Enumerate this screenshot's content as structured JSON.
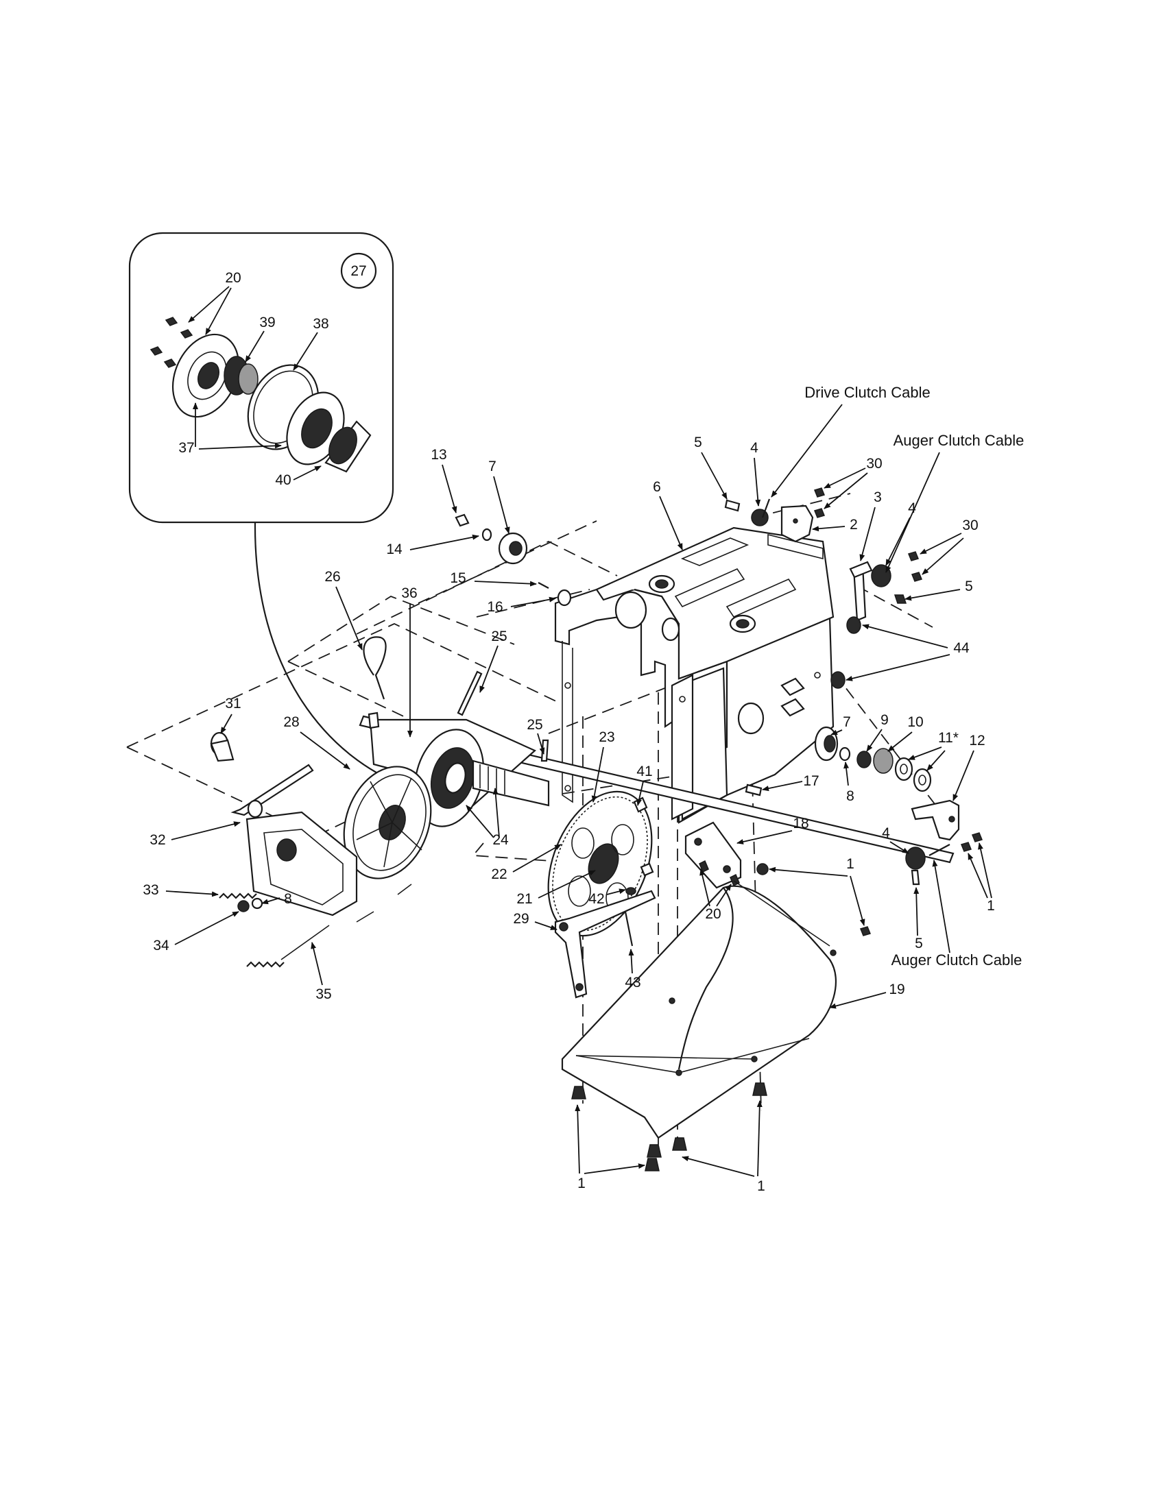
{
  "inset": {
    "circled_ref": "27"
  },
  "part_numbers": {
    "n1": "1",
    "n2": "2",
    "n3": "3",
    "n4": "4",
    "n5": "5",
    "n6": "6",
    "n7": "7",
    "n8": "8",
    "n9": "9",
    "n10": "10",
    "n11": "11*",
    "n12": "12",
    "n13": "13",
    "n14": "14",
    "n15": "15",
    "n16": "16",
    "n17": "17",
    "n18": "18",
    "n19": "19",
    "n20": "20",
    "n21": "21",
    "n22": "22",
    "n23": "23",
    "n24": "24",
    "n25": "25",
    "n26": "26",
    "n28": "28",
    "n29": "29",
    "n30": "30",
    "n31": "31",
    "n32": "32",
    "n33": "33",
    "n34": "34",
    "n35": "35",
    "n36": "36",
    "n37": "37",
    "n38": "38",
    "n39": "39",
    "n40": "40",
    "n41": "41",
    "n42": "42",
    "n43": "43",
    "n44": "44"
  },
  "callouts": {
    "drive_clutch_cable": "Drive Clutch Cable",
    "auger_clutch_cable": "Auger Clutch Cable"
  }
}
